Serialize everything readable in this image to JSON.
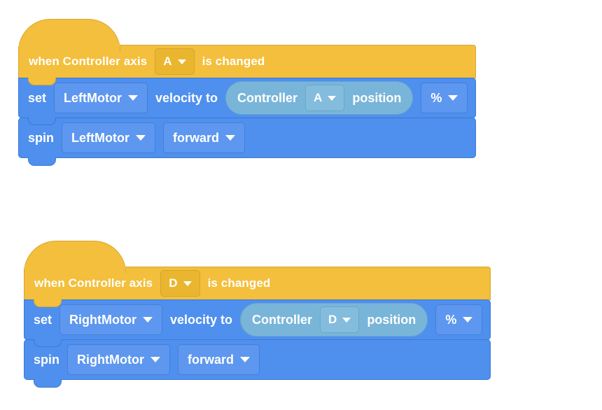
{
  "theme": {
    "background": "#ffffff",
    "hat_block_color": "#f3bf3c",
    "hat_field_color": "#eab62f",
    "stack_block_color": "#4f8fee",
    "stack_field_color": "#5d97ef",
    "reporter_color": "#79b5d9",
    "text_color": "#ffffff"
  },
  "scripts": [
    {
      "id": "left-motor-script",
      "hat": {
        "text_before": "when Controller axis",
        "axis": "A",
        "text_after": "is changed"
      },
      "set_block": {
        "keyword": "set",
        "motor": "LeftMotor",
        "text_middle": "velocity to",
        "reporter": {
          "device": "Controller",
          "axis": "A",
          "property": "position"
        },
        "units": "%"
      },
      "spin_block": {
        "keyword": "spin",
        "motor": "LeftMotor",
        "direction": "forward"
      }
    },
    {
      "id": "right-motor-script",
      "hat": {
        "text_before": "when Controller axis",
        "axis": "D",
        "text_after": "is changed"
      },
      "set_block": {
        "keyword": "set",
        "motor": "RightMotor",
        "text_middle": "velocity to",
        "reporter": {
          "device": "Controller",
          "axis": "D",
          "property": "position"
        },
        "units": "%"
      },
      "spin_block": {
        "keyword": "spin",
        "motor": "RightMotor",
        "direction": "forward"
      }
    }
  ]
}
